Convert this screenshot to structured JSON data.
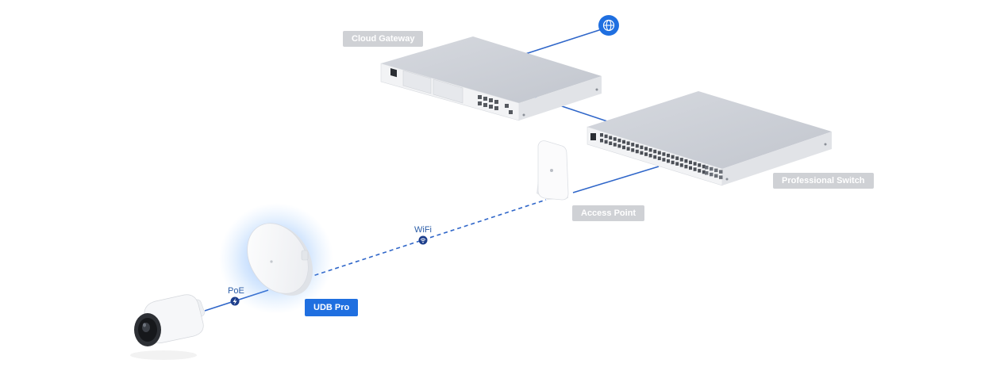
{
  "labels": {
    "cloud_gateway": "Cloud Gateway",
    "professional_switch": "Professional Switch",
    "access_point": "Access Point",
    "udb_pro": "UDB Pro"
  },
  "links": {
    "poe": "PoE",
    "wifi": "WiFi"
  },
  "colors": {
    "link": "#2f66c9",
    "accent": "#1f6fe0",
    "tag_gray": "#cfd1d5"
  },
  "icons": [
    "globe-icon",
    "bolt-icon",
    "wifi-icon"
  ]
}
